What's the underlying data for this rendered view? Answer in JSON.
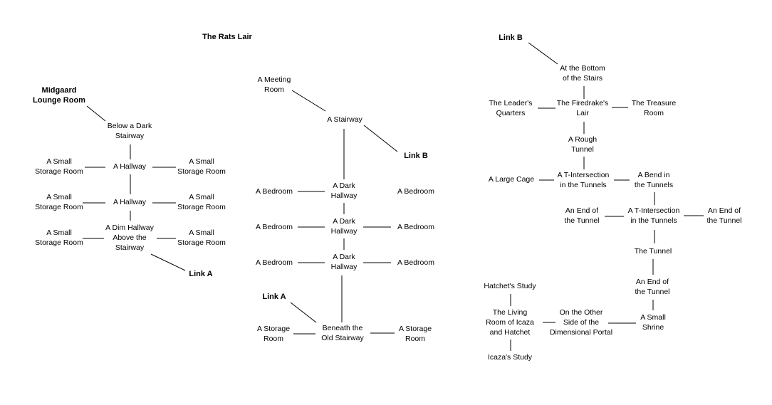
{
  "title": "The Rats Lair",
  "rooms": {
    "midgaard_lounge": "Midgaard\nLounge Room",
    "below_dark_stairway": "Below a Dark\nStairway",
    "small_storage_1": "A Small\nStorage Room",
    "hallway_1": "A Hallway",
    "small_storage_2": "A Small\nStorage Room",
    "small_storage_3": "A Small\nStorage Room",
    "hallway_2": "A Hallway",
    "small_storage_4": "A Small\nStorage Room",
    "small_storage_5": "A Small\nStorage Room",
    "dim_hallway": "A Dim Hallway\nAbove the\nStairway",
    "small_storage_6": "A Small\nStorage Room",
    "link_a_1": "Link A",
    "meeting_room": "A Meeting\nRoom",
    "stairway": "A Stairway",
    "link_b_1": "Link B",
    "bedroom_1": "A Bedroom",
    "dark_hallway_1": "A Dark\nHallway",
    "bedroom_2": "A Bedroom",
    "bedroom_3": "A Bedroom",
    "dark_hallway_2": "A Dark\nHallway",
    "bedroom_4": "A Bedroom",
    "bedroom_5": "A Bedroom",
    "dark_hallway_3": "A Dark\nHallway",
    "bedroom_6": "A Bedroom",
    "link_a_2": "Link A",
    "storage_room_1": "A Storage\nRoom",
    "beneath_old_stairway": "Beneath the\nOld Stairway",
    "storage_room_2": "A Storage\nRoom",
    "link_b_2": "Link B",
    "bottom_of_stairs": "At the Bottom\nof the Stairs",
    "leaders_quarters": "The Leader's\nQuarters",
    "firedrakes_lair": "The Firedrake's\nLair",
    "treasure_room": "The Treasure\nRoom",
    "rough_tunnel": "A Rough\nTunnel",
    "large_cage": "A Large Cage",
    "t_intersection_1": "A T-Intersection\nin the Tunnels",
    "bend_in_tunnels": "A Bend in\nthe Tunnels",
    "end_of_tunnel_1": "An End of\nthe Tunnel",
    "t_intersection_2": "A T-Intersection\nin the Tunnels",
    "end_of_tunnel_2": "An End of\nthe Tunnel",
    "the_tunnel": "The Tunnel",
    "end_of_tunnel_3": "An End of\nthe Tunnel",
    "hatchets_study": "Hatchet's Study",
    "living_room": "The Living\nRoom of Icaza\nand Hatchet",
    "other_side_portal": "On the Other\nSide of the\nDimensional Portal",
    "small_shrine": "A Small\nShrine",
    "icazas_study": "Icaza's Study"
  }
}
